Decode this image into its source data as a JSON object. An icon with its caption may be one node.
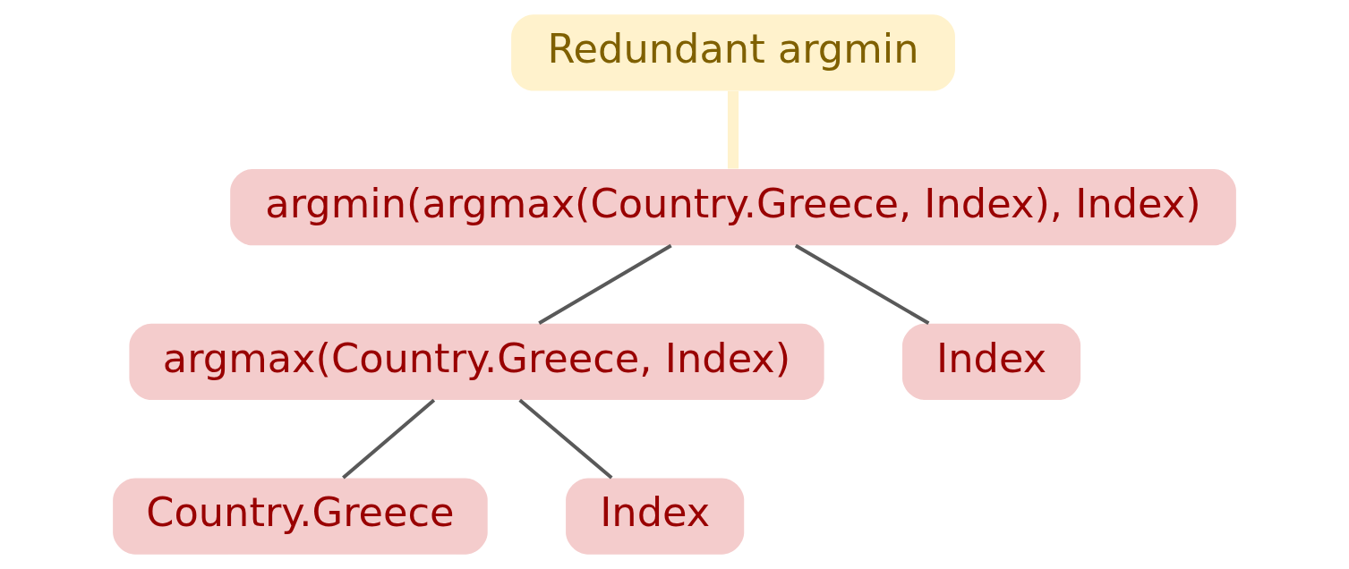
{
  "diagram": {
    "nodes": [
      {
        "text": [
          "Redundant argmin"
        ]
      },
      {
        "text": [
          "argmin(argmax(Country.Greece, Index), Index)"
        ]
      },
      {
        "text": [
          "argmax(Country.Greece, Index)"
        ]
      },
      {
        "text": [
          "Index"
        ]
      },
      {
        "text": [
          "Country.Greece"
        ]
      },
      {
        "text": [
          "Index"
        ]
      }
    ],
    "edges": [
      {
        "from": 0,
        "to": 1,
        "arrow": "none",
        "color": "#fff2cc",
        "style": "thick"
      },
      {
        "from": 1,
        "to": 2,
        "arrow": "none"
      },
      {
        "from": 1,
        "to": 3,
        "arrow": "none"
      },
      {
        "from": 2,
        "to": 4,
        "arrow": "none"
      },
      {
        "from": 2,
        "to": 5,
        "arrow": "none"
      }
    ]
  }
}
